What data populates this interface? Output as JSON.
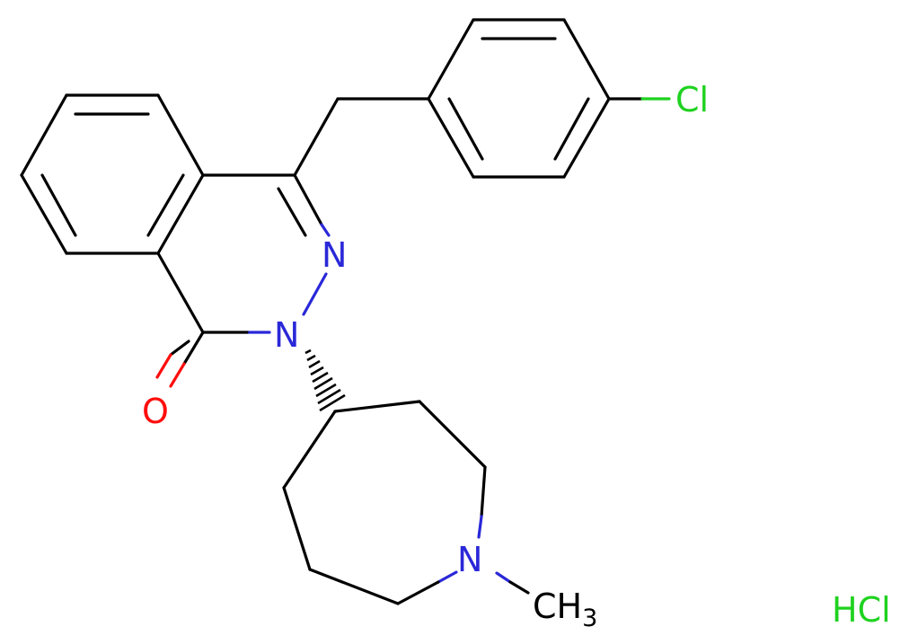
{
  "molecule": {
    "atoms": {
      "chlorine": "Cl",
      "nitrogen_ring_upper": "N",
      "nitrogen_ring_lower": "N",
      "oxygen": "O",
      "nitrogen_azepane": "N",
      "methyl_main": "CH",
      "methyl_subscript": "3",
      "salt": "HCl"
    },
    "colors": {
      "carbon_bond": "#000000",
      "nitrogen": "#2a28d8",
      "oxygen": "#ff0d0d",
      "chlorine": "#1fd21f"
    }
  }
}
